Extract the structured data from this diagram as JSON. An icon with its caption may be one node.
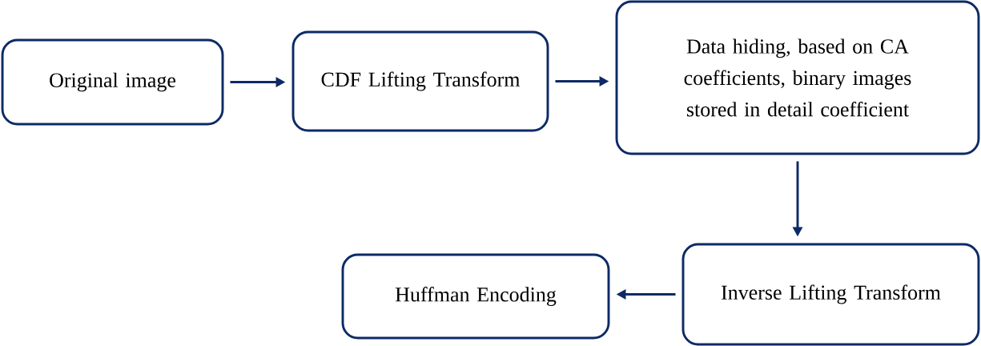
{
  "diagram": {
    "nodes": [
      {
        "text": [
          "Original image"
        ]
      },
      {
        "text": [
          "CDF Lifting Transform"
        ]
      },
      {
        "text": [
          "Data hiding, based on CA coefficients, binary images stored in detail coefficient"
        ]
      },
      {
        "text": [
          "Inverse Lifting Transform"
        ]
      },
      {
        "text": [
          "Huffman Encoding"
        ]
      }
    ],
    "edges": [
      {
        "from": 0,
        "to": 1,
        "arrow": "to"
      },
      {
        "from": 1,
        "to": 2,
        "arrow": "to"
      },
      {
        "from": 2,
        "to": 3,
        "arrow": "to"
      },
      {
        "from": 3,
        "to": 4,
        "arrow": "to"
      }
    ]
  }
}
